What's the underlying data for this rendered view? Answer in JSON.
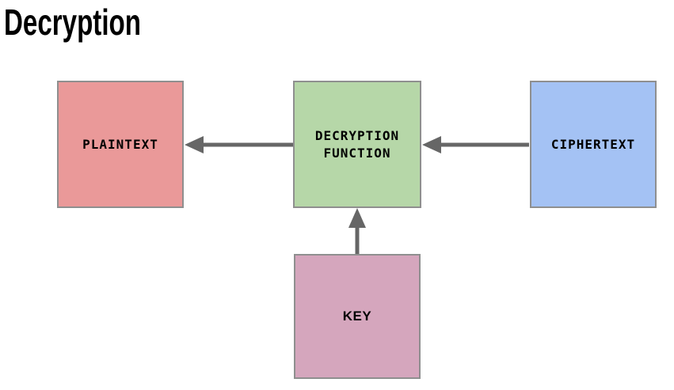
{
  "page": {
    "title": "Decryption",
    "background_color": "#ffffff",
    "title_color": "#000000"
  },
  "diagram": {
    "border_color": "#8f8f8f",
    "arrow_color": "#666666",
    "label_color": "#000000",
    "nodes": [
      {
        "id": "plaintext",
        "label": "PLAINTEXT",
        "fill": "#ea9999"
      },
      {
        "id": "decryption-function",
        "label": "DECRYPTION FUNCTION",
        "fill": "#b6d7a8"
      },
      {
        "id": "ciphertext",
        "label": "CIPHERTEXT",
        "fill": "#a4c2f4"
      },
      {
        "id": "key",
        "label": "KEY",
        "fill": "#d5a6bd"
      }
    ],
    "edges": [
      {
        "from": "ciphertext",
        "to": "decryption-function",
        "direction": "left"
      },
      {
        "from": "decryption-function",
        "to": "plaintext",
        "direction": "left"
      },
      {
        "from": "key",
        "to": "decryption-function",
        "direction": "up"
      }
    ]
  }
}
